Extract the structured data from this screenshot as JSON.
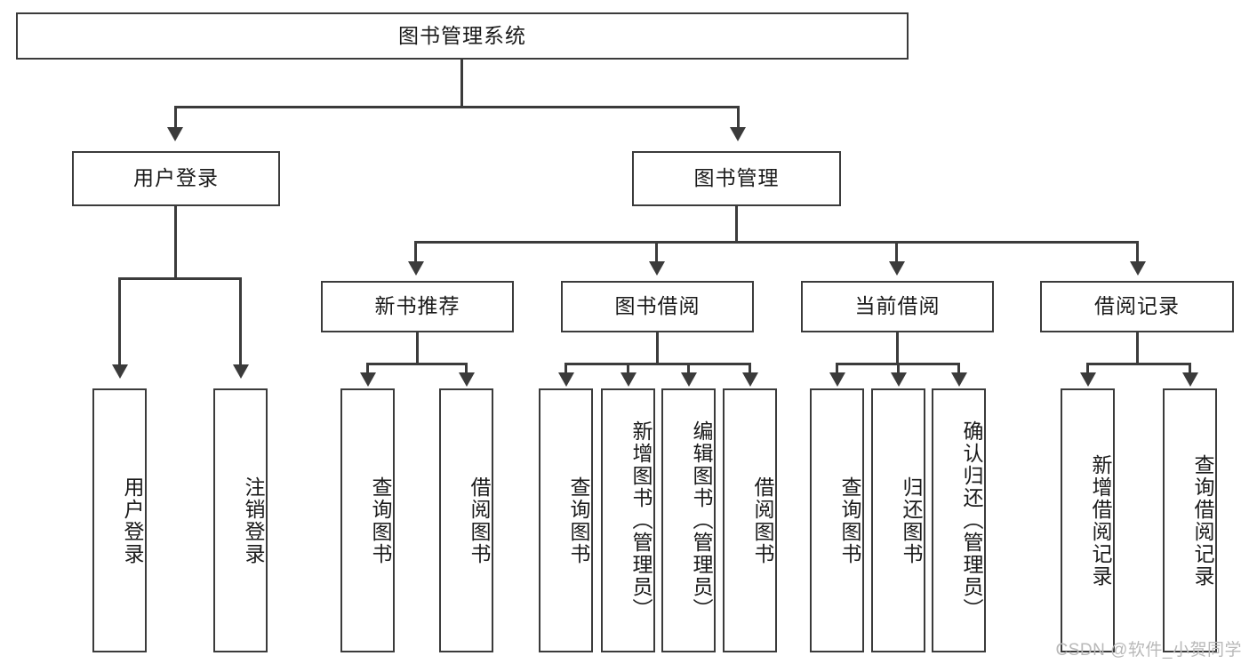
{
  "diagram": {
    "title": "图书管理系统",
    "type": "tree",
    "watermark": "CSDN @软件_小贺同学",
    "colors": {
      "stroke": "#3b3b3b",
      "fill": "#ffffff",
      "text": "#1a1a1a",
      "watermark": "#b9b9b9"
    },
    "root": {
      "label": "图书管理系统"
    },
    "level2": [
      {
        "label": "用户登录"
      },
      {
        "label": "图书管理"
      }
    ],
    "level3": [
      {
        "label": "新书推荐"
      },
      {
        "label": "图书借阅"
      },
      {
        "label": "当前借阅"
      },
      {
        "label": "借阅记录"
      }
    ],
    "leaves": {
      "user_login": [
        {
          "label": "用户登录"
        },
        {
          "label": "注销登录"
        }
      ],
      "new_book": [
        {
          "label": "查询图书"
        },
        {
          "label": "借阅图书"
        }
      ],
      "borrow_book": [
        {
          "label": "查询图书"
        },
        {
          "label": "新增图书（管理员）"
        },
        {
          "label": "编辑图书（管理员）"
        },
        {
          "label": "借阅图书"
        }
      ],
      "current_borrow": [
        {
          "label": "查询图书"
        },
        {
          "label": "归还图书"
        },
        {
          "label": "确认归还（管理员）"
        }
      ],
      "borrow_record": [
        {
          "label": "新增借阅记录"
        },
        {
          "label": "查询借阅记录"
        }
      ]
    }
  }
}
